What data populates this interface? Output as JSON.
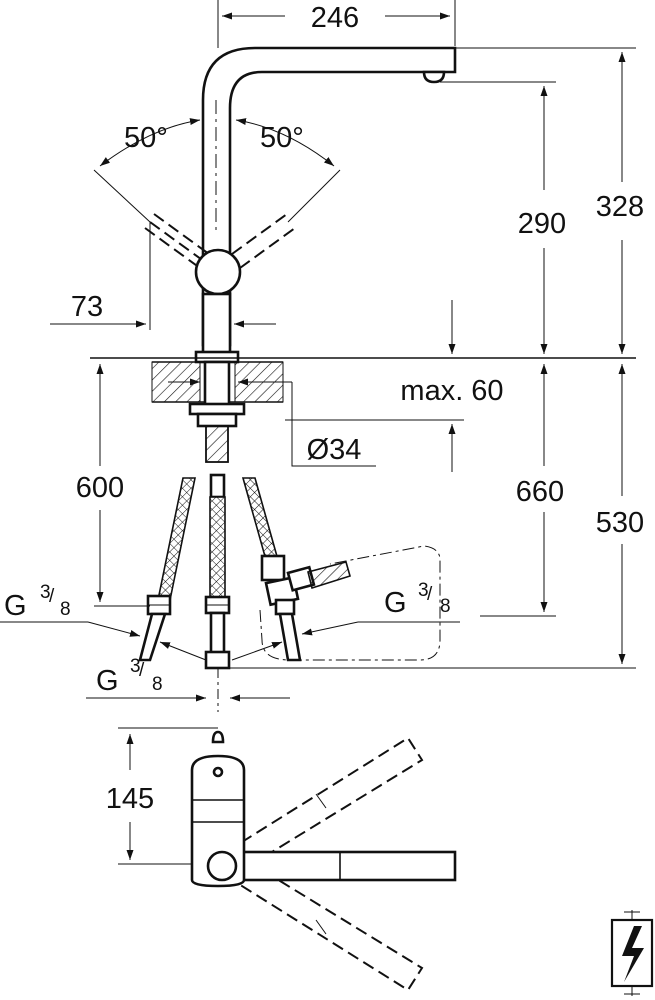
{
  "dimensions": {
    "spout_reach": "246",
    "angle_left": "50°",
    "angle_right": "50°",
    "outlet_height": "290",
    "total_height": "328",
    "lever_offset": "73",
    "max_counter": "max. 60",
    "hole_diameter": "Ø34",
    "hose_length": "600",
    "hose_total": "660",
    "below_counter": "530",
    "thread_left": "G",
    "thread_right": "G",
    "thread_center": "G",
    "thread_fraction_num": "3",
    "thread_fraction_den": "8",
    "top_view_depth": "145"
  },
  "symbol": {
    "name": "lightning-bolt-icon",
    "meaning": "electrical"
  }
}
